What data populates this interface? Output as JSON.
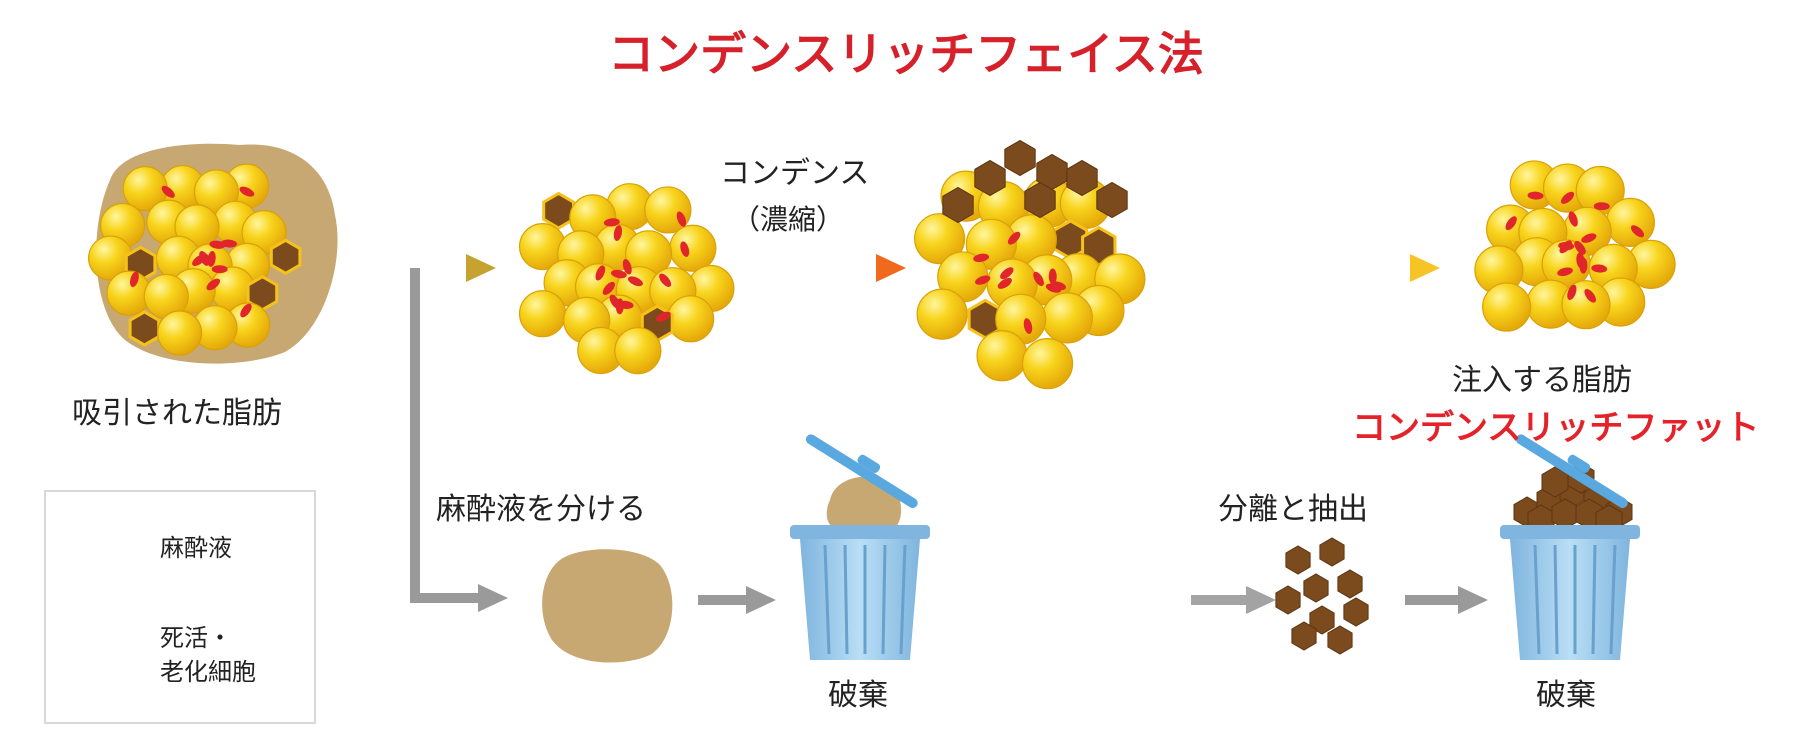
{
  "title": "コンデンスリッチフェイス法",
  "labels": {
    "suctioned_fat": "吸引された脂肪",
    "condense": "コンデンス",
    "condense_paren": "（濃縮）",
    "separate_anesthetic": "麻酔液を分ける",
    "discard_1": "破棄",
    "separation_extraction": "分離と抽出",
    "discard_2": "破棄",
    "injected_fat": "注入する脂肪",
    "condense_rich_fat": "コンデンスリッチファット"
  },
  "legend": {
    "anesthetic": "麻酔液",
    "dead_cells_line1": "死活・",
    "dead_cells_line2": "老化細胞"
  },
  "colors": {
    "title": "#d6202a",
    "fat_yellow": "#f7d117",
    "fat_highlight": "#fff27a",
    "fat_shadow": "#e0a800",
    "dead_cell": "#7b4a1d",
    "red_cell": "#e0262b",
    "anesthetic": "#c8a872",
    "bin_blue": "#8fc5ea",
    "arrow_gray": "#9a9a9a",
    "arrow_gold": "#c6a331",
    "arrow_orange": "#f0641e"
  }
}
